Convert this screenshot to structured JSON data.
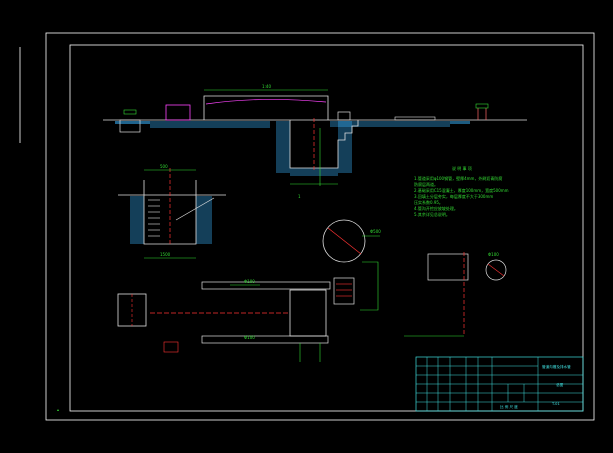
{
  "drawing": {
    "colors": {
      "background": "#000000",
      "frame": "#ffffff",
      "dimension": "#33dd33",
      "contour": "#ff0000",
      "title_block": "#40e0e0",
      "ground_hatch": "#3ab5ff",
      "structure": "#e0e0e0",
      "pipe_green": "#00e000",
      "magenta": "#ff44ff",
      "yellow": "#f0e040"
    },
    "notes_heading": "说 明 事 项",
    "notes_lines": [
      "1.管道采用φ100钢管，壁厚4mm，外刷沥青防腐",
      "  防腐层两道。",
      "2.基础采用C15混凝土，厚度100mm，宽度500mm",
      "3.回填土分层夯实，每层厚度不大于300mm",
      "  压实系数0.95。",
      "4.管沟开挖应放坡处理。",
      "5.其余详见总说明。"
    ],
    "title_block": {
      "drawing_title": "管道沟槽及排水管",
      "sheet_label": "总图",
      "sheet_code": "T-01",
      "scale_row": "比 例 尺 度"
    },
    "section_mark": "1",
    "dim_labels": {
      "top_span": "1:40",
      "left_shaft": "500",
      "left_shaft_width": "1500",
      "circle_label": "Φ500",
      "right_detail": "Φ100",
      "pipe_upper": "Φ100",
      "pipe_lower": "Φ100"
    }
  }
}
